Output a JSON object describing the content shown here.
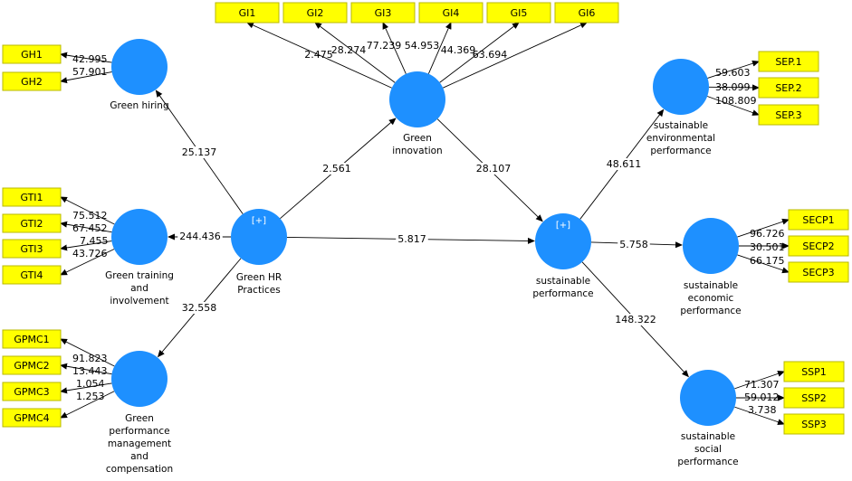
{
  "diagram": {
    "latent_variables": [
      {
        "id": "GH",
        "label_lines": [
          "Green hiring"
        ],
        "higher_order": false
      },
      {
        "id": "GTI",
        "label_lines": [
          "Green training",
          "and",
          "involvement"
        ],
        "higher_order": false
      },
      {
        "id": "GPMC",
        "label_lines": [
          "Green",
          "performance",
          "management",
          "and",
          "compensation"
        ],
        "higher_order": false
      },
      {
        "id": "GHRP",
        "label_lines": [
          "Green HR",
          "Practices"
        ],
        "higher_order": true
      },
      {
        "id": "GI",
        "label_lines": [
          "Green",
          "innovation"
        ],
        "higher_order": false
      },
      {
        "id": "SP",
        "label_lines": [
          "sustainable",
          "performance"
        ],
        "higher_order": true
      },
      {
        "id": "SEP",
        "label_lines": [
          "sustainable",
          "environmental",
          "performance"
        ],
        "higher_order": false
      },
      {
        "id": "SECP",
        "label_lines": [
          "sustainable",
          "economic",
          "performance"
        ],
        "higher_order": false
      },
      {
        "id": "SSP",
        "label_lines": [
          "sustainable",
          "social",
          "performance"
        ],
        "higher_order": false
      }
    ],
    "higher_order_marker": "[+]",
    "indicators": [
      {
        "label": "GH1",
        "value": "42.995",
        "lv": "GH"
      },
      {
        "label": "GH2",
        "value": "57.901",
        "lv": "GH"
      },
      {
        "label": "GTI1",
        "value": "75.512",
        "lv": "GTI"
      },
      {
        "label": "GTI2",
        "value": "67.452",
        "lv": "GTI"
      },
      {
        "label": "GTI3",
        "value": "7.455",
        "lv": "GTI"
      },
      {
        "label": "GTI4",
        "value": "43.726",
        "lv": "GTI"
      },
      {
        "label": "GPMC1",
        "value": "91.823",
        "lv": "GPMC"
      },
      {
        "label": "GPMC2",
        "value": "13.443",
        "lv": "GPMC"
      },
      {
        "label": "GPMC3",
        "value": "1.054",
        "lv": "GPMC"
      },
      {
        "label": "GPMC4",
        "value": "1.253",
        "lv": "GPMC"
      },
      {
        "label": "GI1",
        "value": "2.475",
        "lv": "GI"
      },
      {
        "label": "GI2",
        "value": "28.274",
        "lv": "GI"
      },
      {
        "label": "GI3",
        "value": "77.239",
        "lv": "GI"
      },
      {
        "label": "GI4",
        "value": "54.953",
        "lv": "GI"
      },
      {
        "label": "GI5",
        "value": "44.369",
        "lv": "GI"
      },
      {
        "label": "GI6",
        "value": "63.694",
        "lv": "GI"
      },
      {
        "label": "SEP.1",
        "value": "59.603",
        "lv": "SEP"
      },
      {
        "label": "SEP.2",
        "value": "38.099",
        "lv": "SEP"
      },
      {
        "label": "SEP.3",
        "value": "108.809",
        "lv": "SEP"
      },
      {
        "label": "SECP1",
        "value": "96.726",
        "lv": "SECP"
      },
      {
        "label": "SECP2",
        "value": "30.501",
        "lv": "SECP"
      },
      {
        "label": "SECP3",
        "value": "66.175",
        "lv": "SECP"
      },
      {
        "label": "SSP1",
        "value": "71.307",
        "lv": "SSP"
      },
      {
        "label": "SSP2",
        "value": "59.012",
        "lv": "SSP"
      },
      {
        "label": "SSP3",
        "value": "3.738",
        "lv": "SSP"
      }
    ],
    "paths": [
      {
        "from": "GHRP",
        "to": "GH",
        "value": "25.137"
      },
      {
        "from": "GHRP",
        "to": "GTI",
        "value": "244.436"
      },
      {
        "from": "GHRP",
        "to": "GPMC",
        "value": "32.558"
      },
      {
        "from": "GHRP",
        "to": "GI",
        "value": "2.561"
      },
      {
        "from": "GHRP",
        "to": "SP",
        "value": "5.817"
      },
      {
        "from": "GI",
        "to": "SP",
        "value": "28.107"
      },
      {
        "from": "SP",
        "to": "SEP",
        "value": "48.611"
      },
      {
        "from": "SP",
        "to": "SECP",
        "value": "5.758"
      },
      {
        "from": "SP",
        "to": "SSP",
        "value": "148.322"
      }
    ]
  }
}
